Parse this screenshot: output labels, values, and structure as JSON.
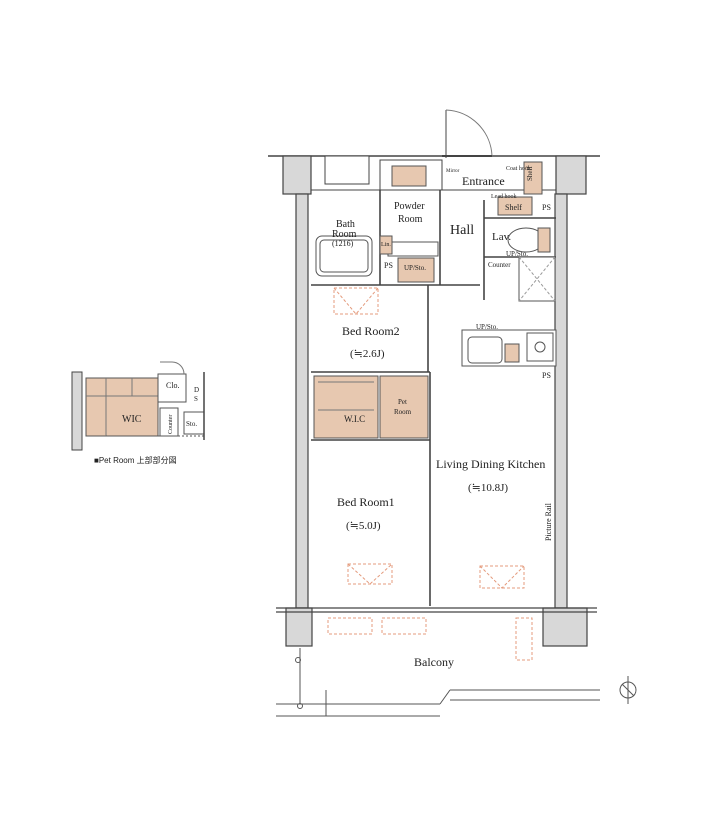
{
  "colors": {
    "wall_fill": "#d8d8d8",
    "wall_stroke": "#444444",
    "accent_fill": "#e7c8b0",
    "line": "#555555",
    "dash": "#e49b7d"
  },
  "rooms": {
    "entrance": "Entrance",
    "coat_hook": "Coat hook",
    "lead_hook": "Lead hook",
    "shelf_1": "Shelf",
    "shelf_2": "Shelf",
    "mirror": "Mirror",
    "hall": "Hall",
    "lav": "Lav.",
    "ps_1": "PS",
    "ps_2": "PS",
    "ps_3": "PS",
    "up_sto_1": "UP/Sto.",
    "up_sto_2": "UP/Sto.",
    "up_sto_3": "UP/Sto.",
    "counter_1": "Counter",
    "powder_room_line1": "Powder",
    "powder_room_line2": "Room",
    "bath_room_line1": "Bath",
    "bath_room_line2": "Room",
    "bath_size": "(1216)",
    "lin": "Lin.",
    "bed_room2": "Bed Room2",
    "bed_room2_size": "(≒2.6J)",
    "wic_main": "W.I.C",
    "pet_room_line1": "Pet",
    "pet_room_line2": "Room",
    "ldk": "Living Dining Kitchen",
    "ldk_size": "(≒10.8J)",
    "picture_rail": "Picture Rail",
    "bed_room1": "Bed Room1",
    "bed_room1_size": "(≒5.0J)",
    "balcony": "Balcony"
  },
  "inset": {
    "wic": "WIC",
    "clo": "Clo.",
    "ds_d": "D",
    "ds_s": "S",
    "counter": "Counter",
    "sto": "Sto.",
    "caption": "■Pet Room 上部部分図"
  }
}
